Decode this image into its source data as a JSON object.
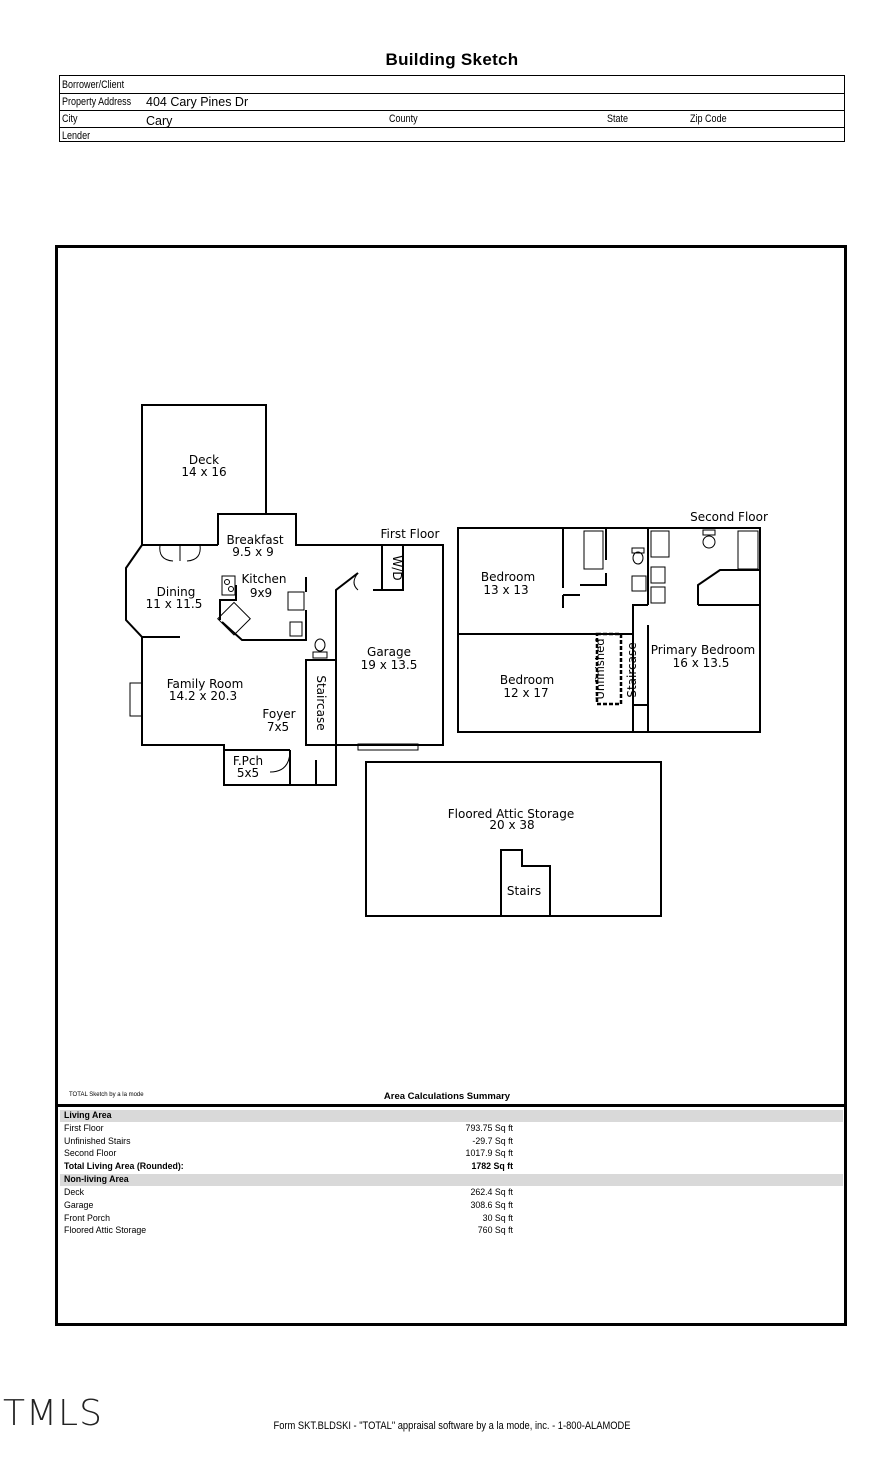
{
  "title": "Building Sketch",
  "header": {
    "borrower_label": "Borrower/Client",
    "address_label": "Property Address",
    "address_value": "404 Cary Pines Dr",
    "city_label": "City",
    "city_value": "Cary",
    "county_label": "County",
    "state_label": "State",
    "zip_label": "Zip Code",
    "lender_label": "Lender"
  },
  "plan": {
    "deck": "Deck",
    "deck_size": "14 x 16",
    "breakfast": "Breakfast",
    "breakfast_size": "9.5 x 9",
    "first_floor": "First Floor",
    "wd": "W/D",
    "dining": "Dining",
    "dining_size": "11 x 11.5",
    "kitchen": "Kitchen",
    "kitchen_size": "9x9",
    "garage": "Garage",
    "garage_size": "19 x 13.5",
    "family": "Family Room",
    "family_size": "14.2 x 20.3",
    "staircase": "Staircase",
    "foyer": "Foyer",
    "foyer_size": "7x5",
    "fpch": "F.Pch",
    "fpch_size": "5x5",
    "second_floor": "Second Floor",
    "bedroom1": "Bedroom",
    "bedroom1_size": "13 x 13",
    "bedroom2": "Bedroom",
    "bedroom2_size": "12 x 17",
    "unfinished": "Unfinished",
    "staircase2": "Staircase",
    "primary": "Primary Bedroom",
    "primary_size": "16 x 13.5",
    "attic": "Floored Attic Storage",
    "attic_size": "20 x 38",
    "stairs": "Stairs"
  },
  "credit": "TOTAL Sketch by a la mode",
  "summary": {
    "title": "Area Calculations Summary",
    "living_heading": "Living Area",
    "living": [
      {
        "label": "First Floor",
        "value": "793.75 Sq ft"
      },
      {
        "label": "Unfinished Stairs",
        "value": "-29.7 Sq ft"
      },
      {
        "label": "Second Floor",
        "value": "1017.9 Sq ft"
      }
    ],
    "total_label": "Total Living Area (Rounded):",
    "total_value": "1782 Sq ft",
    "nonliving_heading": "Non-living Area",
    "nonliving": [
      {
        "label": "Deck",
        "value": "262.4 Sq ft"
      },
      {
        "label": "Garage",
        "value": "308.6 Sq ft"
      },
      {
        "label": "Front Porch",
        "value": "30 Sq ft"
      },
      {
        "label": "Floored Attic Storage",
        "value": "760 Sq ft"
      }
    ]
  },
  "logo": "TMLS",
  "footer": "Form SKT.BLDSKI - \"TOTAL\" appraisal software by a la mode, inc. - 1-800-ALAMODE"
}
